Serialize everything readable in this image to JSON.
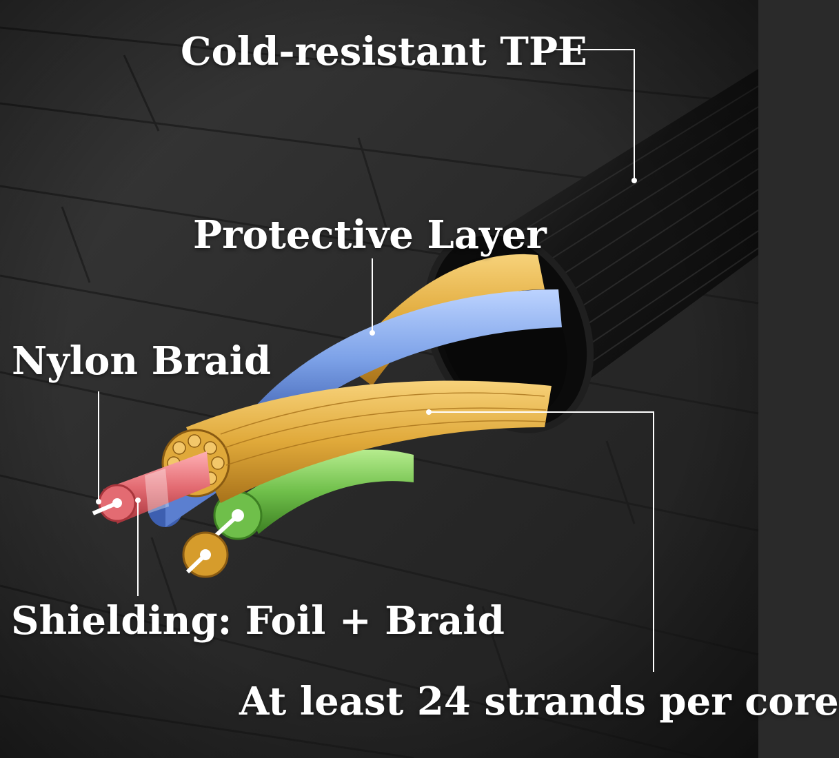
{
  "labels": {
    "tpe": "Cold-resistant TPE",
    "protective": "Protective Layer",
    "nylon": "Nylon Braid",
    "shielding": "Shielding: Foil + Braid",
    "strands": "At least 24 strands per core"
  },
  "colors": {
    "floor": "#2b2b2b",
    "jacket": "#141414",
    "gold_core": "#e0a93a",
    "blue_core": "#7da2e8",
    "green_core": "#6fbf4a",
    "red_core": "#e36b72",
    "callout_line": "#ffffff"
  }
}
